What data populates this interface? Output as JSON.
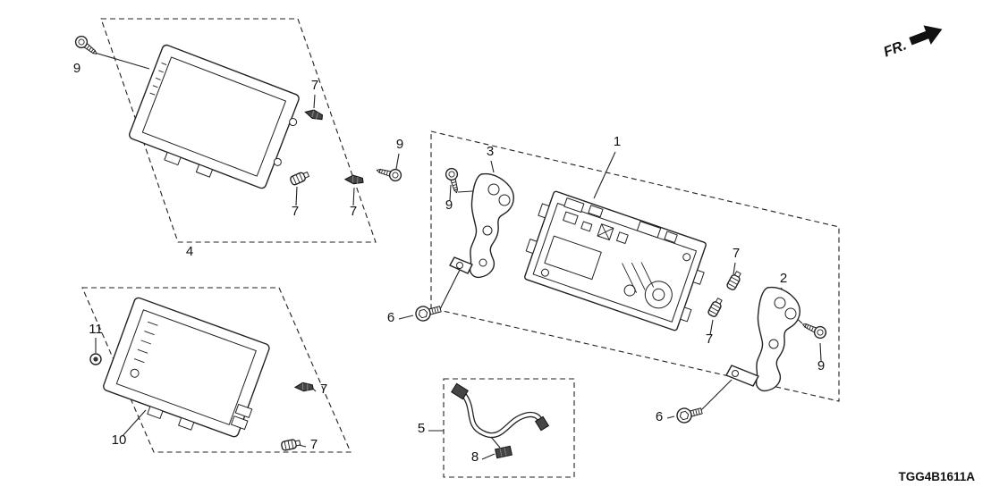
{
  "diagram": {
    "code": "TGG4B1611A",
    "fr_label": "FR.",
    "colors": {
      "ink": "#222222",
      "paper": "#ffffff"
    },
    "callouts": [
      {
        "text": "9"
      },
      {
        "text": "7"
      },
      {
        "text": "9"
      },
      {
        "text": "7"
      },
      {
        "text": "7"
      },
      {
        "text": "4"
      },
      {
        "text": "3"
      },
      {
        "text": "9"
      },
      {
        "text": "1"
      },
      {
        "text": "7"
      },
      {
        "text": "2"
      },
      {
        "text": "7"
      },
      {
        "text": "9"
      },
      {
        "text": "6"
      },
      {
        "text": "6"
      },
      {
        "text": "11"
      },
      {
        "text": "10"
      },
      {
        "text": "7"
      },
      {
        "text": "7"
      },
      {
        "text": "5"
      },
      {
        "text": "8"
      }
    ]
  }
}
